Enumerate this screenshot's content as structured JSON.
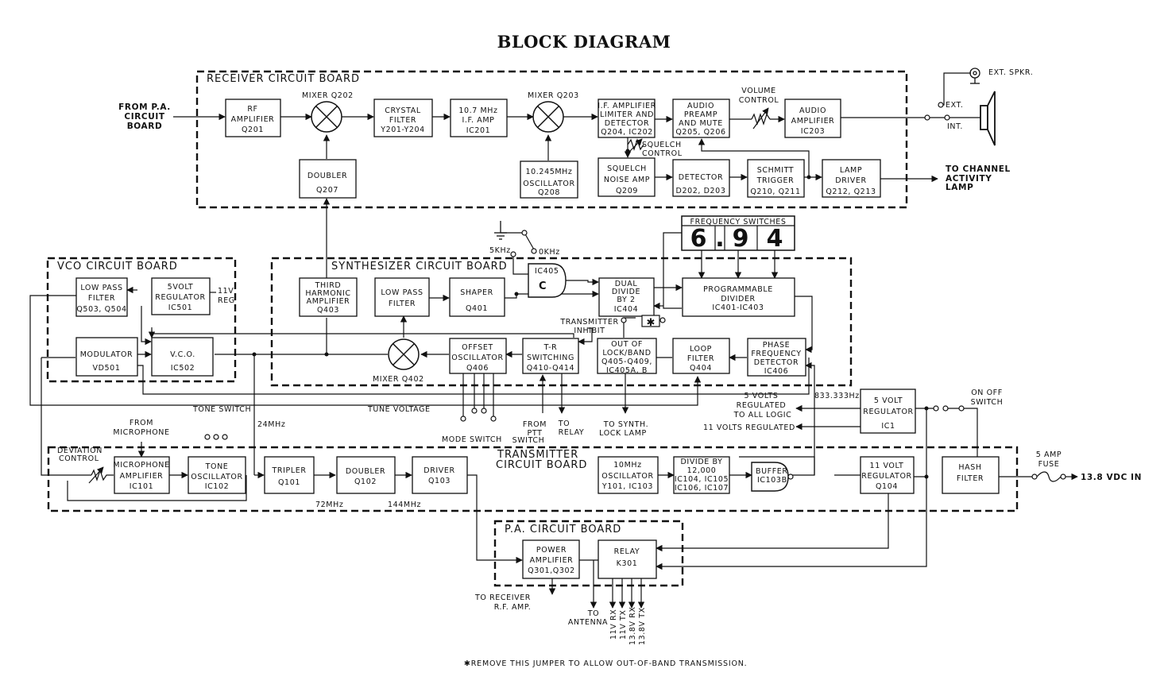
{
  "title": "BLOCK DIAGRAM",
  "footnote": "✱REMOVE THIS JUMPER TO ALLOW OUT-OF-BAND TRANSMISSION.",
  "boards": {
    "receiver": "RECEIVER CIRCUIT BOARD",
    "vco": "VCO CIRCUIT BOARD",
    "synth": "SYNTHESIZER CIRCUIT BOARD",
    "transmitter": [
      "TRANSMITTER",
      "CIRCUIT BOARD"
    ],
    "pa": "P.A. CIRCUIT BOARD"
  },
  "blocks": {
    "rf_amp": [
      "RF",
      "AMPLIFIER",
      "Q201"
    ],
    "crystal": [
      "CRYSTAL",
      "FILTER",
      "Y201-Y204"
    ],
    "if_amp": [
      "10.7 MHz",
      "I.F. AMP",
      "IC201"
    ],
    "if_lim": [
      "I.F. AMPLIFIER",
      "LIMITER AND",
      "DETECTOR",
      "Q204, IC202"
    ],
    "audio_pre": [
      "AUDIO",
      "PREAMP",
      "AND MUTE",
      "Q205, Q206"
    ],
    "audio_amp": [
      "AUDIO",
      "AMPLIFIER",
      "IC203"
    ],
    "doubler207": [
      "DOUBLER",
      "Q207"
    ],
    "osc208": [
      "10.245MHz",
      "OSCILLATOR",
      "Q208"
    ],
    "squelch": [
      "SQUELCH",
      "NOISE AMP",
      "Q209"
    ],
    "detector": [
      "DETECTOR",
      "D202, D203"
    ],
    "schmitt": [
      "SCHMITT",
      "TRIGGER",
      "Q210, Q211"
    ],
    "lamp": [
      "LAMP",
      "DRIVER",
      "Q212, Q213"
    ],
    "lpf_vco": [
      "LOW PASS",
      "FILTER",
      "Q503, Q504"
    ],
    "reg501": [
      "5VOLT",
      "REGULATOR",
      "IC501"
    ],
    "modulator": [
      "MODULATOR",
      "VD501"
    ],
    "vco": [
      "V.C.O.",
      "IC502"
    ],
    "third": [
      "THIRD",
      "HARMONIC",
      "AMPLIFIER",
      "Q403"
    ],
    "lpf_syn": [
      "LOW PASS",
      "FILTER"
    ],
    "shaper": [
      "SHAPER",
      "Q401"
    ],
    "dual": [
      "DUAL",
      "DIVIDE",
      "BY 2",
      "IC404"
    ],
    "prog": [
      "PROGRAMMABLE",
      "DIVIDER",
      "IC401-IC403"
    ],
    "offset": [
      "OFFSET",
      "OSCILLATOR",
      "Q406"
    ],
    "tr": [
      "T-R",
      "SWITCHING",
      "Q410-Q414"
    ],
    "outlock": [
      "OUT OF",
      "LOCK/BAND",
      "Q405-Q409,",
      "IC405A, B"
    ],
    "loop": [
      "LOOP",
      "FILTER",
      "Q404"
    ],
    "phase": [
      "PHASE",
      "FREQUENCY",
      "DETECTOR",
      "IC406"
    ],
    "reg_ic1": [
      "5 VOLT",
      "REGULATOR",
      "IC1"
    ],
    "mic": [
      "MICROPHONE",
      "AMPLIFIER",
      "IC101"
    ],
    "tone": [
      "TONE",
      "OSCILLATOR",
      "IC102"
    ],
    "tripler": [
      "TRIPLER",
      "Q101"
    ],
    "doubler102": [
      "DOUBLER",
      "Q102"
    ],
    "driver": [
      "DRIVER",
      "Q103"
    ],
    "osc10": [
      "10MHz",
      "OSCILLATOR",
      "Y101, IC103"
    ],
    "div12000": [
      "DIVIDE BY",
      "12,000",
      "IC104, IC105",
      "IC106, IC107"
    ],
    "reg104": [
      "11 VOLT",
      "REGULATOR",
      "Q104"
    ],
    "hash": [
      "HASH",
      "FILTER"
    ],
    "power": [
      "POWER",
      "AMPLIFIER",
      "Q301,Q302"
    ],
    "relay": [
      "RELAY",
      "K301"
    ]
  },
  "labels": {
    "mixer202": "MIXER Q202",
    "mixer203": "MIXER Q203",
    "mixer402": "MIXER Q402",
    "from_pa": [
      "FROM P.A.",
      "CIRCUIT",
      "BOARD"
    ],
    "volume": [
      "VOLUME",
      "CONTROL"
    ],
    "squelch_ctrl": [
      "SQUELCH",
      "CONTROL"
    ],
    "ext_spkr": "EXT. SPKR.",
    "ext": "EXT.",
    "int": "INT.",
    "channel_lamp": [
      "TO CHANNEL",
      "ACTIVITY",
      "LAMP"
    ],
    "freq_switches": "FREQUENCY SWITCHES",
    "digits": [
      "6",
      ".",
      "9",
      "4"
    ],
    "khz5": "5KHz",
    "khz0": "0KHz",
    "ic405": "IC405",
    "gate_c": "C",
    "reg11": [
      "11V",
      "REG"
    ],
    "tx_inhibit": [
      "TRANSMITTER",
      "INHIBIT"
    ],
    "jumper": "✱",
    "tune_voltage": "TUNE VOLTAGE",
    "tone_switch": "TONE SWITCH",
    "from_mic": [
      "FROM",
      "MICROPHONE"
    ],
    "mhz24": "24MHz",
    "mode_switch": "MODE SWITCH",
    "from_ptt": [
      "FROM",
      "PTT",
      "SWITCH"
    ],
    "to_relay": [
      "TO",
      "RELAY"
    ],
    "to_synth": [
      "TO SYNTH.",
      "LOCK LAMP"
    ],
    "freq833": "833.333Hz",
    "regulated5": [
      "5 VOLTS",
      "REGULATED",
      "TO ALL LOGIC"
    ],
    "regulated11": "11 VOLTS REGULATED",
    "on_off": [
      "ON OFF",
      "SWITCH"
    ],
    "fuse": [
      "5 AMP",
      "FUSE"
    ],
    "vdc": "13.8 VDC IN",
    "deviation": [
      "DEVIATION",
      "CONTROL"
    ],
    "buffer": [
      "BUFFER",
      "IC103B"
    ],
    "mhz72": "72MHz",
    "mhz144": "144MHz",
    "to_receiver": [
      "TO RECEIVER",
      "R.F. AMP."
    ],
    "to_antenna": [
      "TO",
      "ANTENNA"
    ],
    "rx11": "11V RX",
    "tx11": "11V TX",
    "rx138": "13.8V RX",
    "tx138": "13.8V TX"
  }
}
